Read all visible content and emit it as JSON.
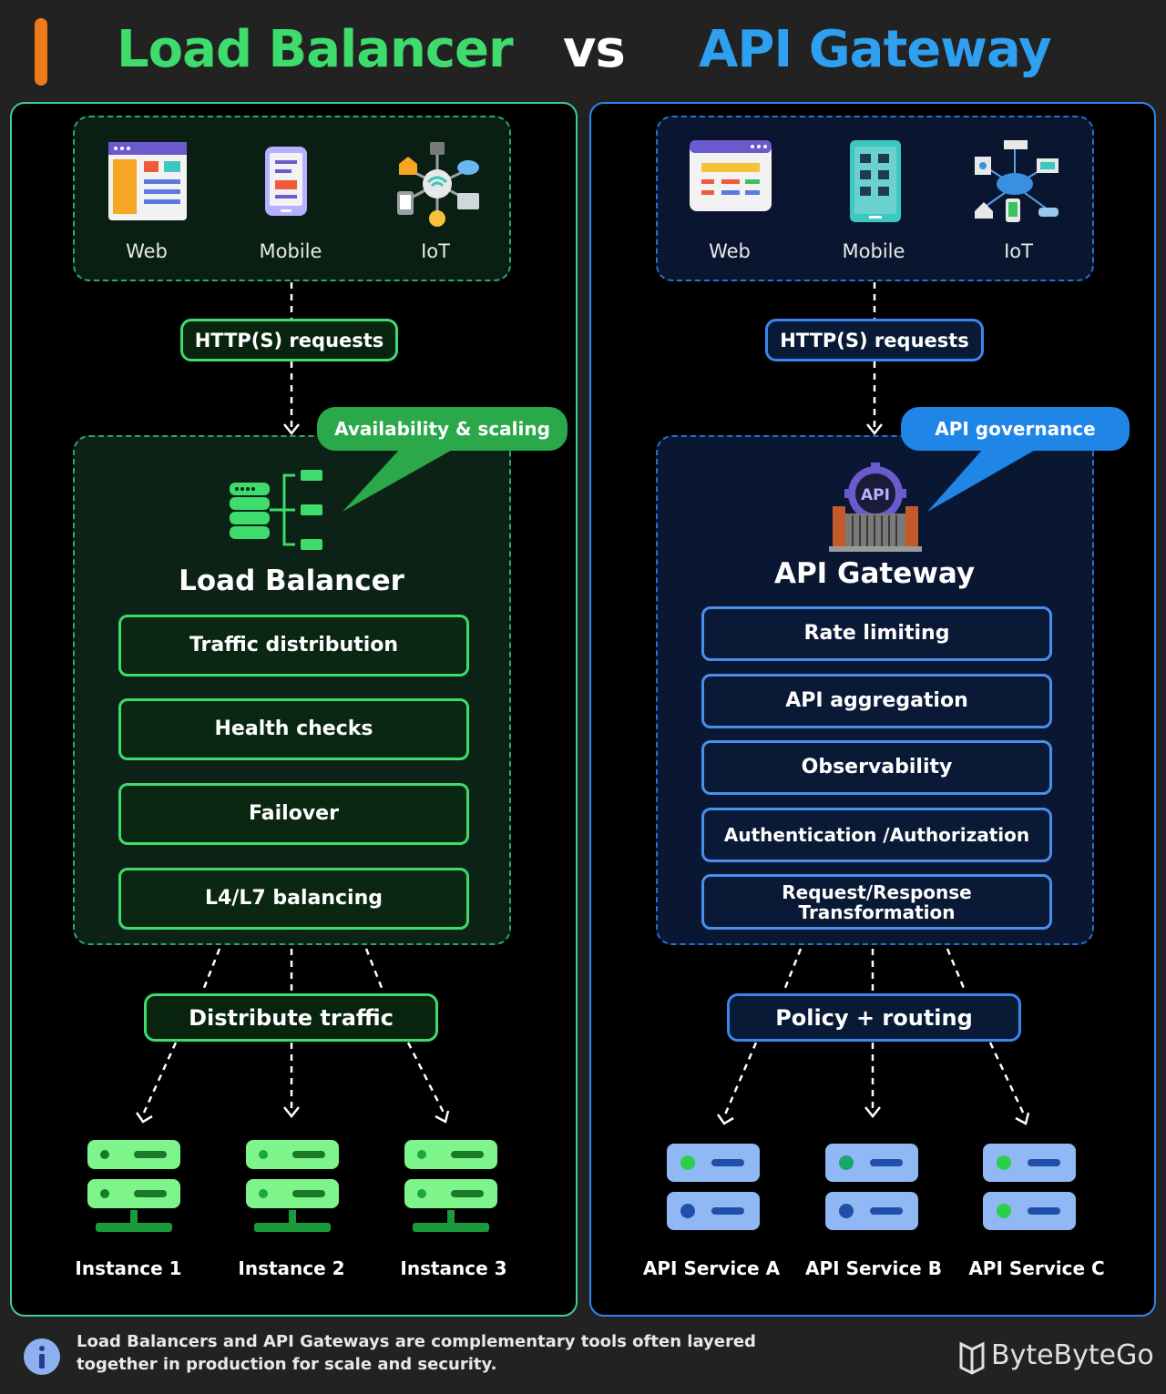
{
  "header": {
    "left_title": "Load Balancer",
    "vs": "vs",
    "right_title": "API Gateway"
  },
  "colors": {
    "green_title": "#3ddc6c",
    "blue_title": "#2f9ff0",
    "accent_orange": "#f07a1a"
  },
  "left": {
    "clients": [
      "Web",
      "Mobile",
      "IoT"
    ],
    "request_pill": "HTTP(S) requests",
    "bubble": "Availability & scaling",
    "heading": "Load Balancer",
    "features": [
      "Traffic distribution",
      "Health checks",
      "Failover",
      "L4/L7 balancing"
    ],
    "route_pill": "Distribute traffic",
    "targets": [
      "Instance 1",
      "Instance 2",
      "Instance 3"
    ]
  },
  "right": {
    "clients": [
      "Web",
      "Mobile",
      "IoT"
    ],
    "request_pill": "HTTP(S) requests",
    "bubble": "API governance",
    "heading": "API Gateway",
    "icon_text": "API",
    "features": [
      "Rate limiting",
      "API aggregation",
      "Observability",
      "Authentication /Authorization",
      "Request/Response Transformation"
    ],
    "route_pill": "Policy + routing",
    "targets": [
      "API Service A",
      "API Service B",
      "API Service C"
    ]
  },
  "footer": {
    "note": "Load Balancers and API Gateways are complementary tools often layered together in production for scale and security.",
    "brand": "ByteByteGo"
  }
}
